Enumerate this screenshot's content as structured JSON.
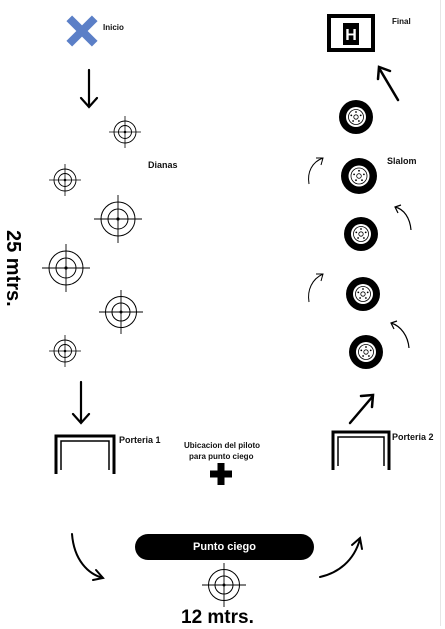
{
  "labels": {
    "start": "Inicio",
    "finish": "Final",
    "targets": "Dianas",
    "slalom": "Slalom",
    "gate1": "Porteria 1",
    "gate2": "Porteria 2",
    "pilot_location_line1": "Ubicacion del piloto",
    "pilot_location_line2": "para punto ciego",
    "blind_spot": "Punto ciego",
    "length": "25 mtrs.",
    "width": "12 mtrs."
  },
  "finish_sign_letter": "H",
  "colors": {
    "start_cross": "#5b7fc7",
    "ink": "#000000"
  },
  "icons": [
    "x-cross-icon",
    "h-sign-icon",
    "target-icon",
    "tire-icon",
    "gate-icon",
    "plus-icon",
    "arrow-icon"
  ]
}
